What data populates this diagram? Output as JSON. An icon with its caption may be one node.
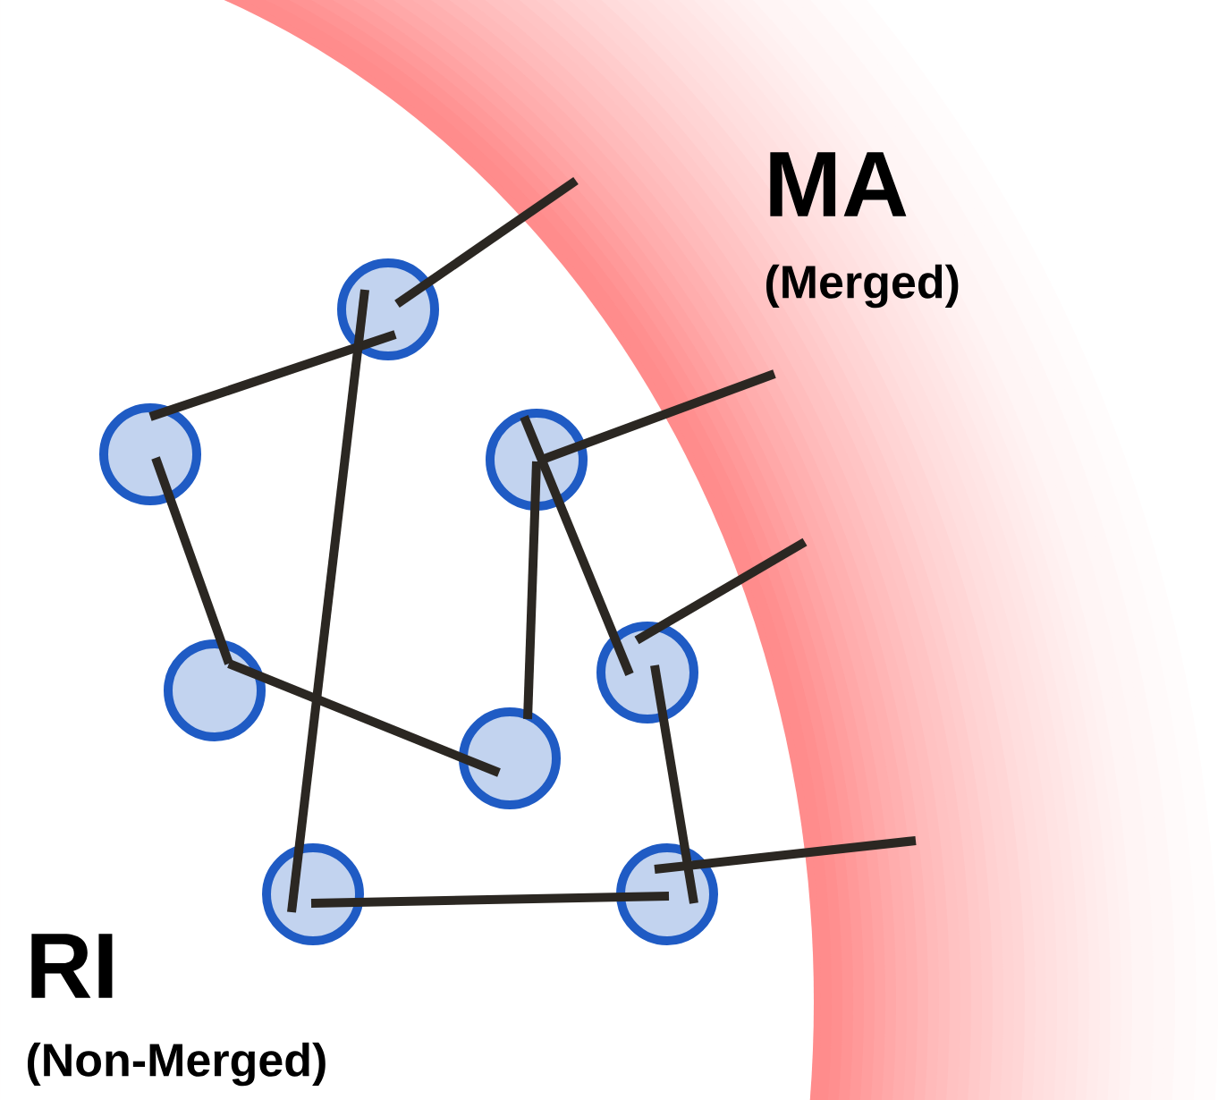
{
  "diagram": {
    "nodes": [
      {
        "text": [],
        "shape": "circle"
      },
      {
        "text": [],
        "shape": "circle"
      },
      {
        "text": [],
        "shape": "circle"
      },
      {
        "text": [],
        "shape": "circle"
      },
      {
        "text": [],
        "shape": "circle"
      },
      {
        "text": [],
        "shape": "circle"
      },
      {
        "text": [],
        "shape": "circle"
      },
      {
        "text": [],
        "shape": "circle"
      }
    ],
    "edges": [
      {
        "from": 0,
        "to": null,
        "arrow": "none"
      },
      {
        "from": 1,
        "to": 0,
        "arrow": "none"
      },
      {
        "from": 0,
        "to": 6,
        "arrow": "none"
      },
      {
        "from": 1,
        "to": 3,
        "arrow": "none"
      },
      {
        "from": 3,
        "to": 4,
        "arrow": "none"
      },
      {
        "from": 2,
        "to": null,
        "arrow": "none"
      },
      {
        "from": 2,
        "to": 4,
        "arrow": "none"
      },
      {
        "from": 2,
        "to": 5,
        "arrow": "none"
      },
      {
        "from": 5,
        "to": null,
        "arrow": "none"
      },
      {
        "from": 5,
        "to": 7,
        "arrow": "none"
      },
      {
        "from": 6,
        "to": 7,
        "arrow": "none"
      },
      {
        "from": 7,
        "to": null,
        "arrow": "none"
      }
    ],
    "labels": [
      "MA",
      "(Merged)",
      "RI",
      "(Non-Merged)"
    ]
  }
}
